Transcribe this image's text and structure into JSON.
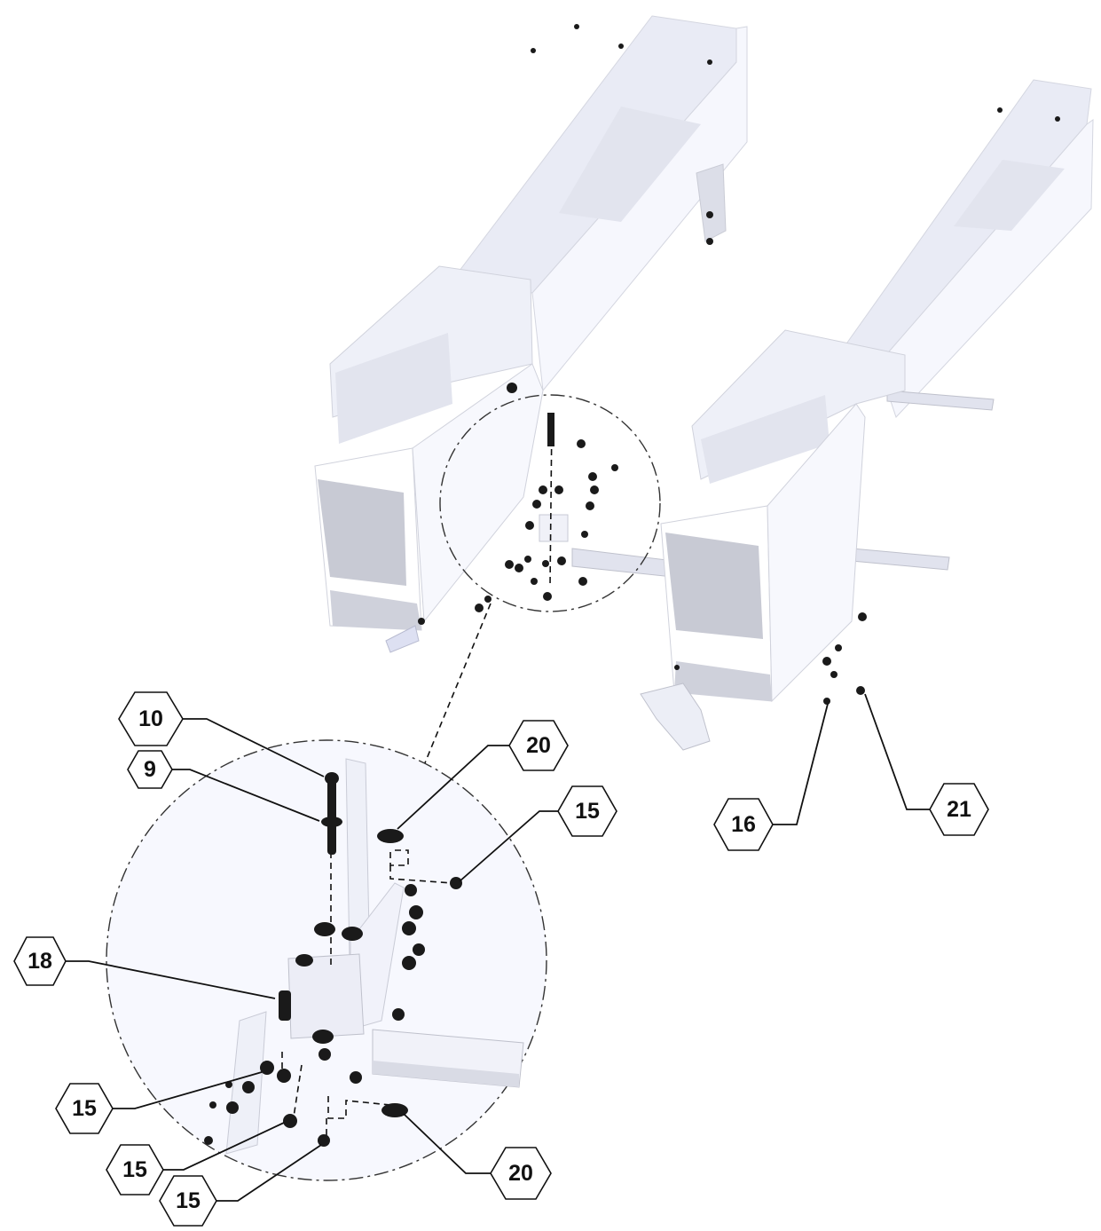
{
  "colors": {
    "frame_light": "#f2f3fb",
    "frame_mid": "#e6e8f3",
    "frame_dark": "#c6c8d2",
    "hardware": "#1a1a1a",
    "outline": "#111111"
  },
  "callouts": [
    {
      "id": "c10",
      "label": "10"
    },
    {
      "id": "c9",
      "label": "9"
    },
    {
      "id": "c20a",
      "label": "20"
    },
    {
      "id": "c15a",
      "label": "15"
    },
    {
      "id": "c16",
      "label": "16"
    },
    {
      "id": "c21",
      "label": "21"
    },
    {
      "id": "c18",
      "label": "18"
    },
    {
      "id": "c15b",
      "label": "15"
    },
    {
      "id": "c15c",
      "label": "15"
    },
    {
      "id": "c15d",
      "label": "15"
    },
    {
      "id": "c20b",
      "label": "20"
    }
  ]
}
